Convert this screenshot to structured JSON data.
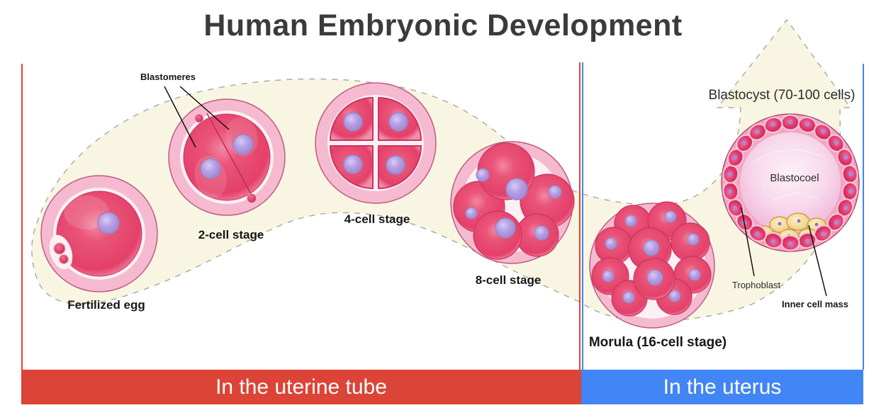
{
  "title": "Human Embryonic Development",
  "stages": {
    "fertilized_egg": "Fertilized egg",
    "two_cell": "2-cell stage",
    "four_cell": "4-cell stage",
    "eight_cell": "8-cell stage",
    "morula": "Morula (16-cell stage)",
    "blastocyst": "Blastocyst (70-100 cells)"
  },
  "labels": {
    "blastomeres": "Blastomeres",
    "blastocoel": "Blastocoel",
    "trophoblast": "Trophoblast",
    "inner_cell_mass": "Inner cell mass"
  },
  "footer": {
    "left": "In the uterine tube",
    "right": "In the uterus"
  },
  "colors": {
    "uterine_tube_red": "#DB4437",
    "uterus_blue": "#4285F4",
    "cell_pink": "#E64369",
    "zona_pellucida_pink": "#F5BACF",
    "nucleus_purple": "#B29BE4",
    "inner_cell_mass_yellow": "#F4D98F",
    "pathway_cream": "#F8F6E2",
    "title_gray": "#3B3B3B"
  }
}
